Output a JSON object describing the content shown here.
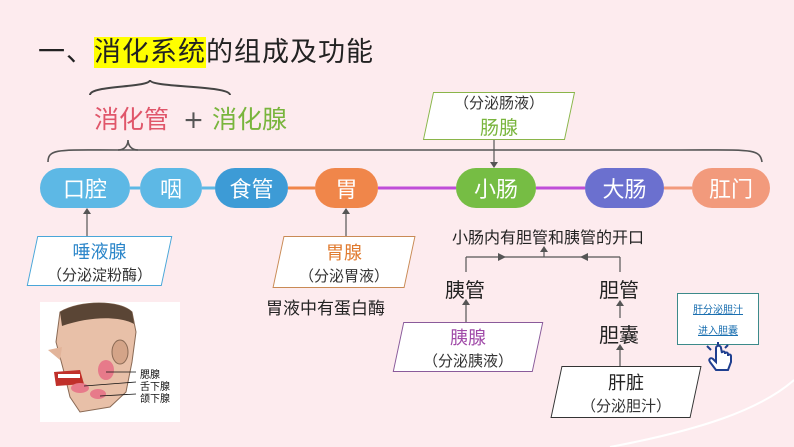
{
  "title": {
    "highlight": "消化系统",
    "prefix": "一、",
    "rest": "的组成及功能"
  },
  "components": {
    "tract": "消化管",
    "plus": "+",
    "glands": "消化腺"
  },
  "nodes": [
    {
      "label": "口腔",
      "color": "#5db8e5"
    },
    {
      "label": "咽",
      "color": "#5db8e5"
    },
    {
      "label": "食管",
      "color": "#3d9bd6"
    },
    {
      "label": "胃",
      "color": "#f0864a"
    },
    {
      "label": "小肠",
      "color": "#76bd44"
    },
    {
      "label": "大肠",
      "color": "#6b70cf"
    },
    {
      "label": "肛门",
      "color": "#f29a7c"
    }
  ],
  "intestinal_gland": {
    "secretion": "（分泌肠液）",
    "name": "肠腺"
  },
  "salivary_gland": {
    "name": "唾液腺",
    "secretion": "（分泌淀粉酶）"
  },
  "gastric_gland": {
    "name": "胃腺",
    "secretion": "（分泌胃液）",
    "note": "胃液中有蛋白酶"
  },
  "small_intestine_note": "小肠内有胆管和胰管的开口",
  "pancreatic_duct": "胰管",
  "bile_duct": "胆管",
  "gallbladder": "胆囊",
  "pancreas": {
    "name": "胰腺",
    "secretion": "（分泌胰液）"
  },
  "liver": {
    "name": "肝脏",
    "secretion": "（分泌胆汁）"
  },
  "link": {
    "line1": "肝分泌胆汁",
    "line2": "进入胆囊"
  },
  "face_labels": [
    "腮腺",
    "舌下腺",
    "颌下腺"
  ]
}
